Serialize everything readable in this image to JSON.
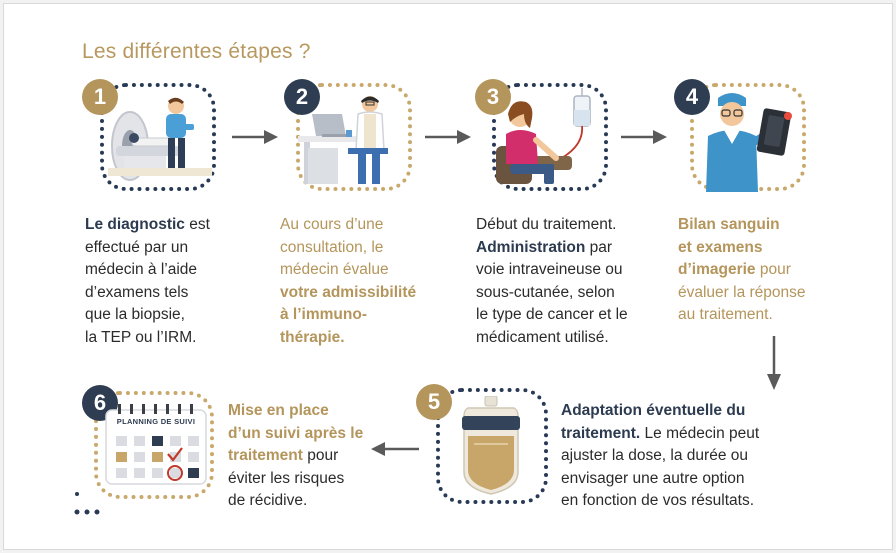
{
  "title": "Les différentes étapes ?",
  "colors": {
    "gold": "#b4955b",
    "navy": "#2f3d52",
    "arrow": "#5a5a5a"
  },
  "steps": [
    {
      "number": "1",
      "icon": "scanner-icon",
      "lines": [
        [
          {
            "t": "Le diagnostic",
            "s": "navy-b"
          },
          {
            "t": " est"
          }
        ],
        [
          {
            "t": "effectué par un"
          }
        ],
        [
          {
            "t": "médecin à l’aide"
          }
        ],
        [
          {
            "t": "d’examens tels"
          }
        ],
        [
          {
            "t": "que la biopsie,"
          }
        ],
        [
          {
            "t": "la TEP ou l’IRM."
          }
        ]
      ]
    },
    {
      "number": "2",
      "icon": "doctor-consultation-icon",
      "lines": [
        [
          {
            "t": "Au cours d’une"
          }
        ],
        [
          {
            "t": "consultation, le"
          }
        ],
        [
          {
            "t": "médecin évalue"
          }
        ],
        [
          {
            "t": "votre admissibilité",
            "s": "gold-b"
          }
        ],
        [
          {
            "t": "à l’immuno-",
            "s": "gold-b"
          }
        ],
        [
          {
            "t": "thérapie.",
            "s": "gold-b"
          }
        ]
      ]
    },
    {
      "number": "3",
      "icon": "infusion-patient-icon",
      "lines": [
        [
          {
            "t": "Début du traitement."
          }
        ],
        [
          {
            "t": "Administration",
            "s": "navy-b"
          },
          {
            "t": " par"
          }
        ],
        [
          {
            "t": "voie intraveineuse ou"
          }
        ],
        [
          {
            "t": "sous-cutanée, selon"
          }
        ],
        [
          {
            "t": "le type de cancer et le"
          }
        ],
        [
          {
            "t": "médicament utilisé."
          }
        ]
      ]
    },
    {
      "number": "4",
      "icon": "doctor-xray-icon",
      "lines": [
        [
          {
            "t": "Bilan sanguin",
            "s": "gold-b"
          }
        ],
        [
          {
            "t": "et examens",
            "s": "gold-b"
          }
        ],
        [
          {
            "t": "d’imagerie",
            "s": "gold-b"
          },
          {
            "t": " pour"
          }
        ],
        [
          {
            "t": "évaluer la réponse"
          }
        ],
        [
          {
            "t": "au traitement."
          }
        ]
      ]
    },
    {
      "number": "5",
      "icon": "infusion-bag-icon",
      "lines": [
        [
          {
            "t": "Adaptation éventuelle du",
            "s": "navy-b"
          }
        ],
        [
          {
            "t": "traitement.",
            "s": "navy-b"
          },
          {
            "t": " Le médecin peut"
          }
        ],
        [
          {
            "t": "ajuster la dose, la durée ou"
          }
        ],
        [
          {
            "t": "envisager une autre option"
          }
        ],
        [
          {
            "t": "en fonction de vos résultats."
          }
        ]
      ]
    },
    {
      "number": "6",
      "icon": "calendar-icon",
      "calendar_title": "PLANNING DE SUIVI",
      "lines": [
        [
          {
            "t": "Mise en place",
            "s": "gold-b"
          }
        ],
        [
          {
            "t": "d’un suivi après le",
            "s": "gold-b"
          }
        ],
        [
          {
            "t": "traitement",
            "s": "gold-b"
          },
          {
            "t": " pour"
          }
        ],
        [
          {
            "t": "éviter les risques"
          }
        ],
        [
          {
            "t": "de récidive."
          }
        ]
      ]
    }
  ]
}
